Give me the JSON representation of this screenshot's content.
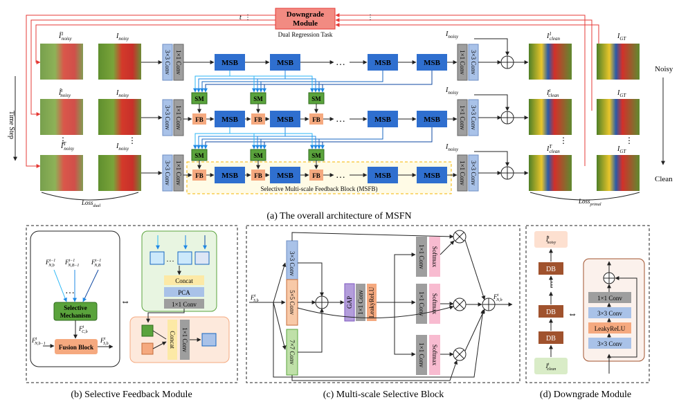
{
  "panel_a": {
    "caption": "(a)  The overall architecture of MSFN",
    "downgrade_title_1": "Downgrade",
    "downgrade_title_2": "Module",
    "dual_regression": "Dual Regression Task",
    "time_step": "Time Step",
    "noisy": "Noisy",
    "clean": "Clean",
    "t_label": "t",
    "ellipsis": "…",
    "vdots": "⋮",
    "msb": "MSB",
    "sm": "SM",
    "fb": "FB",
    "conv3": "3×3 Conv",
    "conv1": "1×1 Conv",
    "msfb_label": "Selective Multi-scale Feedback Block (MSFB)",
    "loss_dual": "Loss",
    "loss_dual_sub": "dual",
    "loss_primal": "Loss",
    "loss_primal_sub": "primal",
    "rows": [
      {
        "hat": "Î",
        "hat_sup": "1",
        "hat_sub": "noisy",
        "in": "I",
        "in_sub": "noisy",
        "out": "I",
        "out_sup": "1",
        "out_sub": "clean",
        "gt": "I",
        "gt_sub": "GT"
      },
      {
        "hat": "Î",
        "hat_sup": "t",
        "hat_sub": "noisy",
        "in": "I",
        "in_sub": "noisy",
        "out": "I",
        "out_sup": "t",
        "out_sub": "clean",
        "gt": "I",
        "gt_sub": "GT"
      },
      {
        "hat": "Î",
        "hat_sup": "T",
        "hat_sub": "noisy",
        "in": "I",
        "in_sub": "noisy",
        "out": "I",
        "out_sup": "T",
        "out_sub": "clean",
        "gt": "I",
        "gt_sub": "GT"
      }
    ],
    "skip_label": "I",
    "skip_sub": "noisy"
  },
  "panel_b": {
    "caption": "(b)  Selective Feedback Module",
    "f_n": "F",
    "selective_1": "Selective",
    "selective_2": "Mechanism",
    "fusion": "Fusion Block",
    "concat": "Concat",
    "pca": "PCA",
    "conv1": "1×1 Conv"
  },
  "panel_c": {
    "caption": "(c)  Multi-scale Selective Block",
    "conv3": "3×3 Conv",
    "conv5": "5×5 Conv",
    "conv7": "7×7 Conv",
    "gap": "GAP",
    "conv1": "1×1 Conv",
    "leaky": "LeakyReLU",
    "softmax": "Softmax"
  },
  "panel_d": {
    "caption": "(d)  Downgrade Module",
    "db": "DB",
    "conv1": "1×1 Conv",
    "conv3": "3×3 Conv",
    "leaky": "LeakyReLU"
  }
}
